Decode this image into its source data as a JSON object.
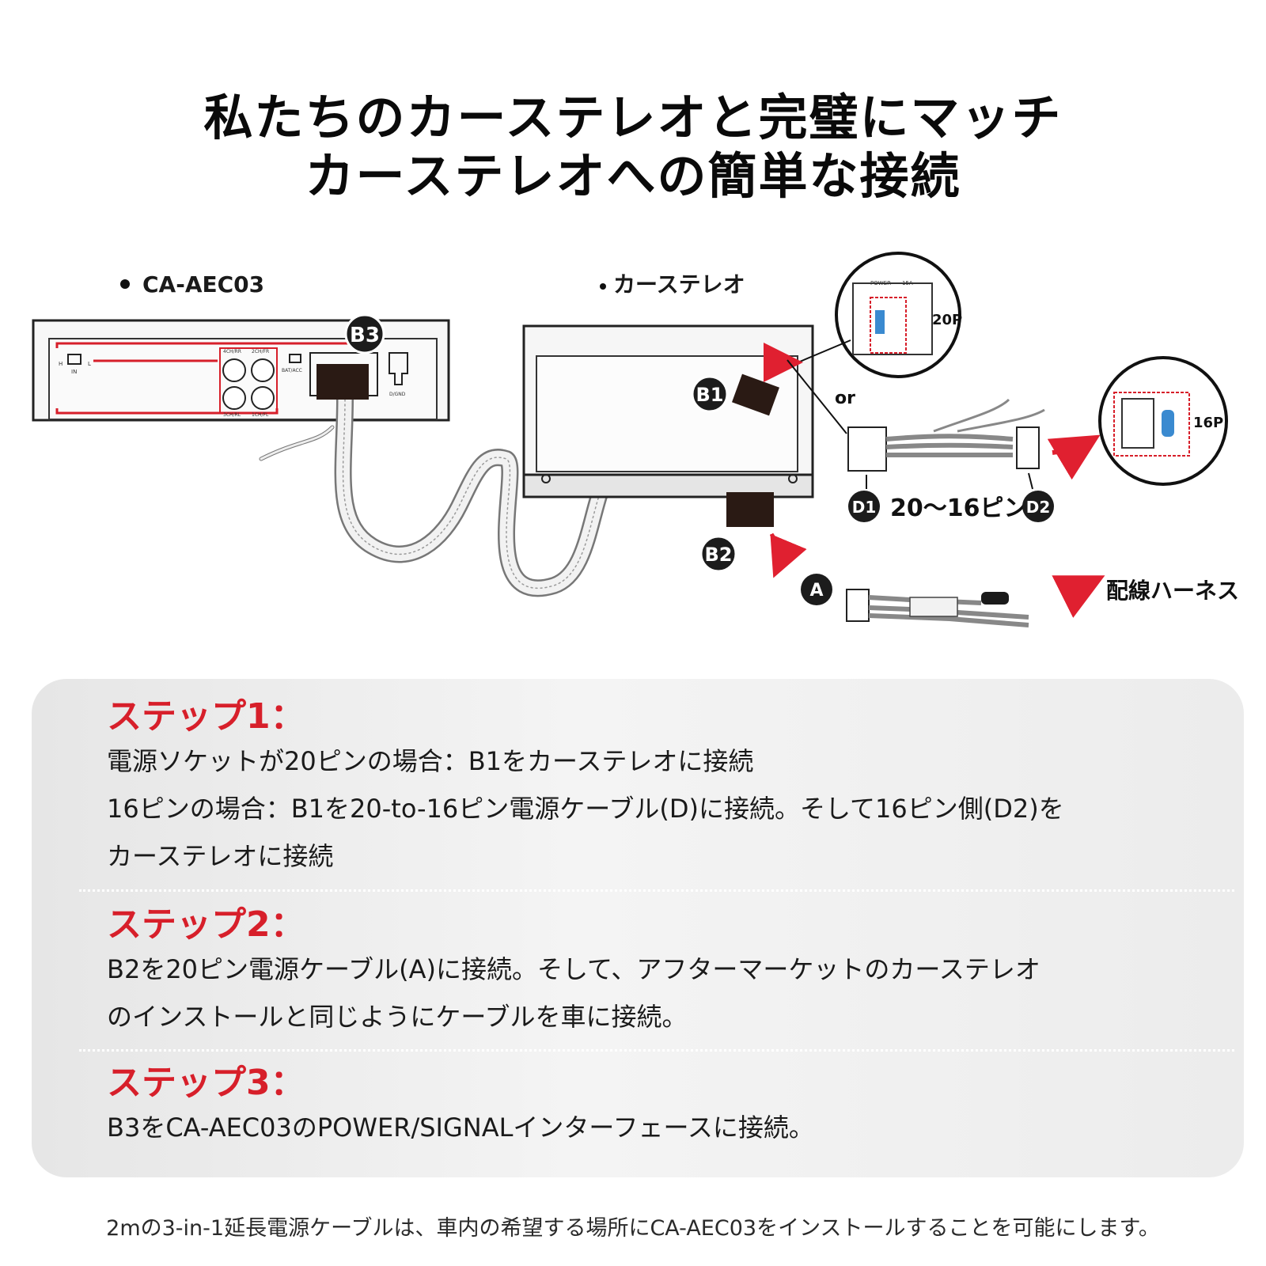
{
  "headline": {
    "line1": "私たちのカーステレオと完璧にマッチ",
    "line2": "カーステレオへの簡単な接続"
  },
  "diagram": {
    "device_label": "CA-AEC03",
    "stereo_label": "カーステレオ",
    "callouts": {
      "b1": "B1",
      "b2": "B2",
      "b3": "B3",
      "d1": "D1",
      "d2": "D2",
      "a": "A"
    },
    "or_label": "or",
    "adapter_label": "20〜16ピン",
    "harness_label": "配線ハーネス",
    "pin20_label": "20P",
    "pin16_label": "16P",
    "power_label": "POWER",
    "fuse_label": "15A",
    "port_labels": {
      "ch4rr": "4CH/RR",
      "ch2fr": "2CH/FR",
      "ch3rl": "3CH/RL",
      "ch1fl": "1CH/FL",
      "in": "IN",
      "h": "H",
      "l": "L",
      "bat": "BAT/ACC",
      "dgnd": "D/GND"
    }
  },
  "steps": [
    {
      "title": "ステップ1：",
      "lines": [
        "電源ソケットが20ピンの場合：B1をカーステレオに接続",
        "16ピンの場合：B1を20-to-16ピン電源ケーブル(D)に接続。そして16ピン側(D2)を",
        "カーステレオに接続"
      ]
    },
    {
      "title": "ステップ2：",
      "lines": [
        "B2を20ピン電源ケーブル(A)に接続。そして、アフターマーケットのカーステレオ",
        "のインストールと同じようにケーブルを車に接続。"
      ]
    },
    {
      "title": "ステップ3：",
      "lines": [
        "B3をCA-AEC03のPOWER/SIGNALインターフェースに接続。"
      ]
    }
  ],
  "footnote": "2mの3-in-1延長電源ケーブルは、車内の希望する場所にCA-AEC03をインストールすることを可能にします。",
  "colors": {
    "accent_red": "#d71f2a",
    "panel_bg": "#eeeeee",
    "text": "#1a1a1a"
  }
}
